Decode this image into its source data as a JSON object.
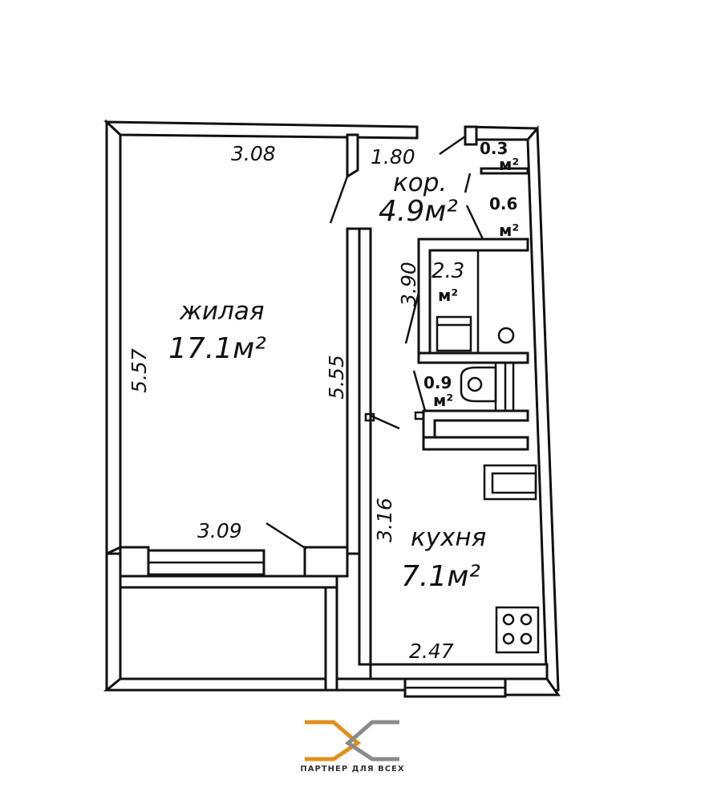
{
  "rooms": {
    "living": {
      "name": "жилая",
      "area": "17.1м²"
    },
    "corridor": {
      "name": "кор.",
      "area": "4.9м²"
    },
    "bath": {
      "area_line1": "2.3",
      "area_line2": "м²"
    },
    "wc": {
      "area_line1": "0.9",
      "area_line2": "м²"
    },
    "closet1": {
      "area_line1": "0.3",
      "area_line2": "м²"
    },
    "closet2": {
      "area_line1": "0.6",
      "area_line2": "м²"
    },
    "kitchen": {
      "name": "кухня",
      "area": "7.1м²"
    }
  },
  "dimensions": {
    "living_top": "3.08",
    "living_bottom": "3.09",
    "living_left": "5.57",
    "living_right": "5.55",
    "corridor_top": "1.80",
    "bath_side": "3.90",
    "kitchen_side": "3.16",
    "kitchen_bottom": "2.47"
  },
  "logo": {
    "tagline": "ПАРТНЕР ДЛЯ ВСЕХ",
    "color_primary": "#E0901E",
    "color_secondary": "#8A8A8A"
  }
}
